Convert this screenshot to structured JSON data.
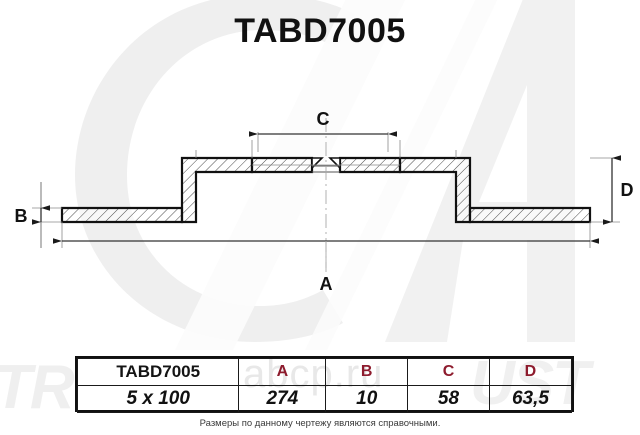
{
  "title": "TABD7005",
  "drawing": {
    "labels": {
      "a": "A",
      "b": "B",
      "c": "C",
      "d": "D"
    },
    "description": "brake-disc-cross-section"
  },
  "table": {
    "header": {
      "code": "TABD7005",
      "a": "A",
      "b": "B",
      "c": "C",
      "d": "D"
    },
    "values": {
      "code": "5 x 100",
      "a": "274",
      "b": "10",
      "c": "58",
      "d": "63,5"
    }
  },
  "footnote": "Размеры по данному чертежу являются справочными.",
  "watermark": {
    "left_text": "TR",
    "right_text": "UST",
    "center_text": "abcp.ru"
  },
  "colors": {
    "dimension_letter": "#8d1b2d",
    "line": "#1a1a1a",
    "watermark": "#efefef"
  }
}
